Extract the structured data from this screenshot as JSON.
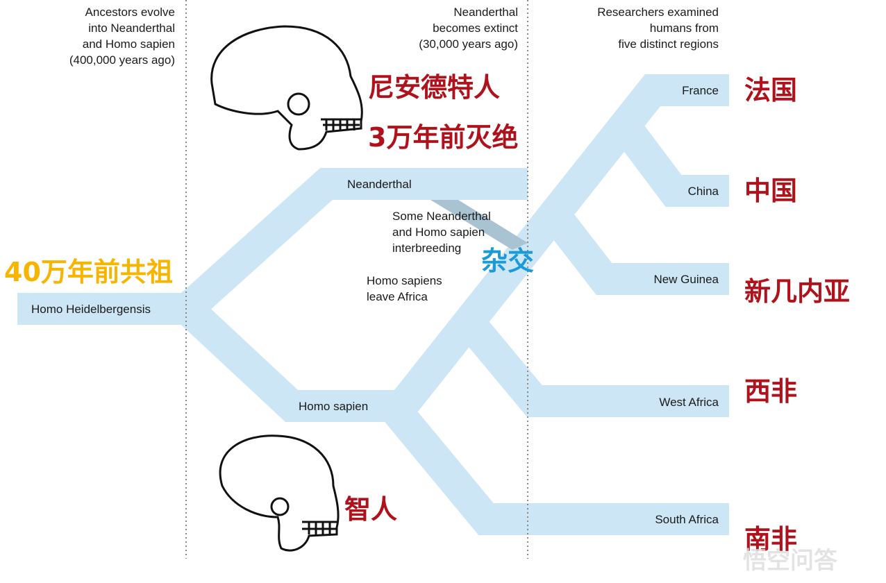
{
  "headers": {
    "ancestors": [
      "Ancestors evolve",
      "into Neanderthal",
      "and Homo sapien",
      "(400,000 years ago)"
    ],
    "extinct": [
      "Neanderthal",
      "becomes extinct",
      "(30,000 years ago)"
    ],
    "researchers": [
      "Researchers examined",
      "humans from",
      "five distinct regions"
    ]
  },
  "branches": {
    "heidelbergensis": "Homo Heidelbergensis",
    "neanderthal": "Neanderthal",
    "sapien": "Homo sapien",
    "interbreeding": [
      "Some Neanderthal",
      "and Homo sapien",
      "interbreeding"
    ],
    "leave_africa": [
      "Homo sapiens",
      "leave Africa"
    ]
  },
  "regions": [
    {
      "en": "France",
      "cn": "法国"
    },
    {
      "en": "China",
      "cn": "中国"
    },
    {
      "en": "New Guinea",
      "cn": "新几内亚"
    },
    {
      "en": "West Africa",
      "cn": "西非"
    },
    {
      "en": "South Africa",
      "cn": "南非"
    }
  ],
  "annotations": {
    "common_ancestor": "40万年前共祖",
    "neanderthal_cn": "尼安德特人",
    "extinct_cn": "3万年前灭绝",
    "hybrid_cn": "杂交",
    "sapiens_cn": "智人"
  },
  "watermark": "悟空问答",
  "colors": {
    "band": "#cce6f6",
    "interbreed": "#a9c3d3",
    "red": "#b0121b",
    "yellow": "#f7b500",
    "blue": "#1b9ad8"
  }
}
